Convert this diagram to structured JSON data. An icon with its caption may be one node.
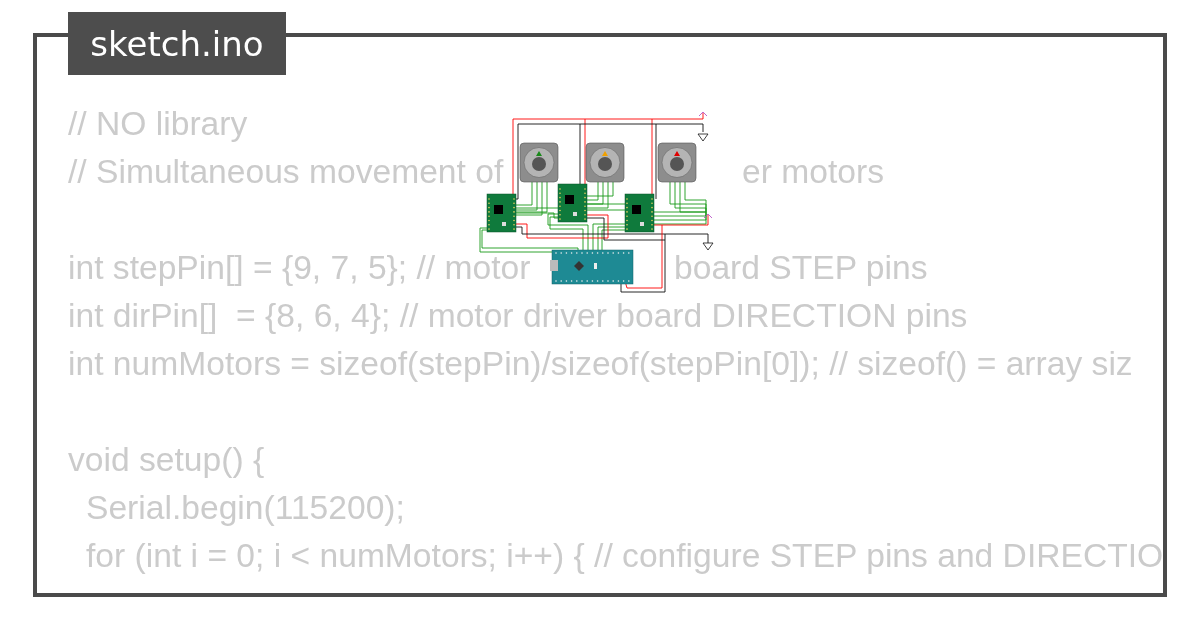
{
  "diagram": {
    "title": "sketch.ino",
    "labels": [
      "// NO library",
      "// Simultaneous movement of",
      "er motors",
      "int stepPin[] = {9, 7, 5}; // motor",
      "board STEP pins",
      "int dirPin[]  = {8, 6, 4}; // motor driver board DIRECTION pins",
      "int numMotors = sizeof(stepPin)/sizeof(stepPin[0]); // sizeof() = array siz",
      "void setup() {",
      "Serial.begin(115200);",
      "for (int i = 0; i < numMotors; i++) { // configure STEP pins and DIRECTIO"
    ]
  }
}
